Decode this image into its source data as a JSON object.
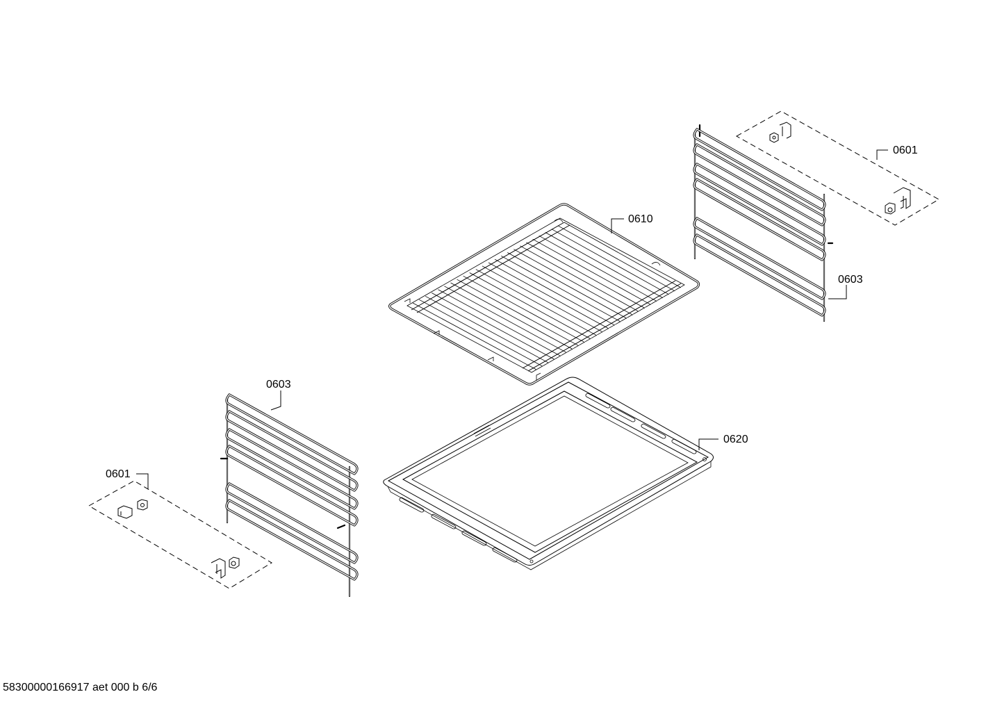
{
  "labels": {
    "p0601_top": "0601",
    "p0603_right": "0603",
    "p0610": "0610",
    "p0603_left": "0603",
    "p0620": "0620",
    "p0601_bottom": "0601"
  },
  "footer": {
    "text": "58300000166917 aet 000 b 6/6"
  }
}
